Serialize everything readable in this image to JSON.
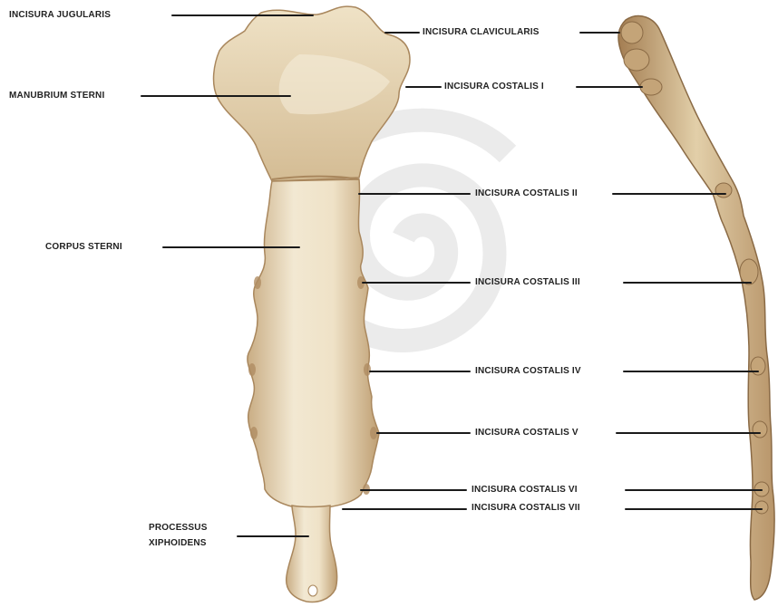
{
  "colors": {
    "bone_light": "#efe4cc",
    "bone_mid": "#dcc8a4",
    "bone_dark": "#b08d63",
    "edge": "#8a6a45",
    "leader_line": "#1a1a1a",
    "watermark": "#e7e7e7"
  },
  "labels": {
    "incisura_jugularis": "INCISURA JUGULARIS",
    "manubrium_sterni": "MANUBRIUM STERNI",
    "corpus_sterni": "CORPUS STERNI",
    "processus_line1": "PROCESSUS",
    "processus_line2": "XIPHOIDENS",
    "incisura_clavicularis": "INCISURA CLAVICULARIS",
    "costalis_1": "INCISURA COSTALIS I",
    "costalis_2": "INCISURA COSTALIS II",
    "costalis_3": "INCISURA COSTALIS III",
    "costalis_4": "INCISURA COSTALIS IV",
    "costalis_5": "INCISURA COSTALIS V",
    "costalis_6": "INCISURA COSTALIS VI",
    "costalis_7": "INCISURA COSTALIS VII"
  },
  "watermark_icon": "spiral-watermark-icon"
}
